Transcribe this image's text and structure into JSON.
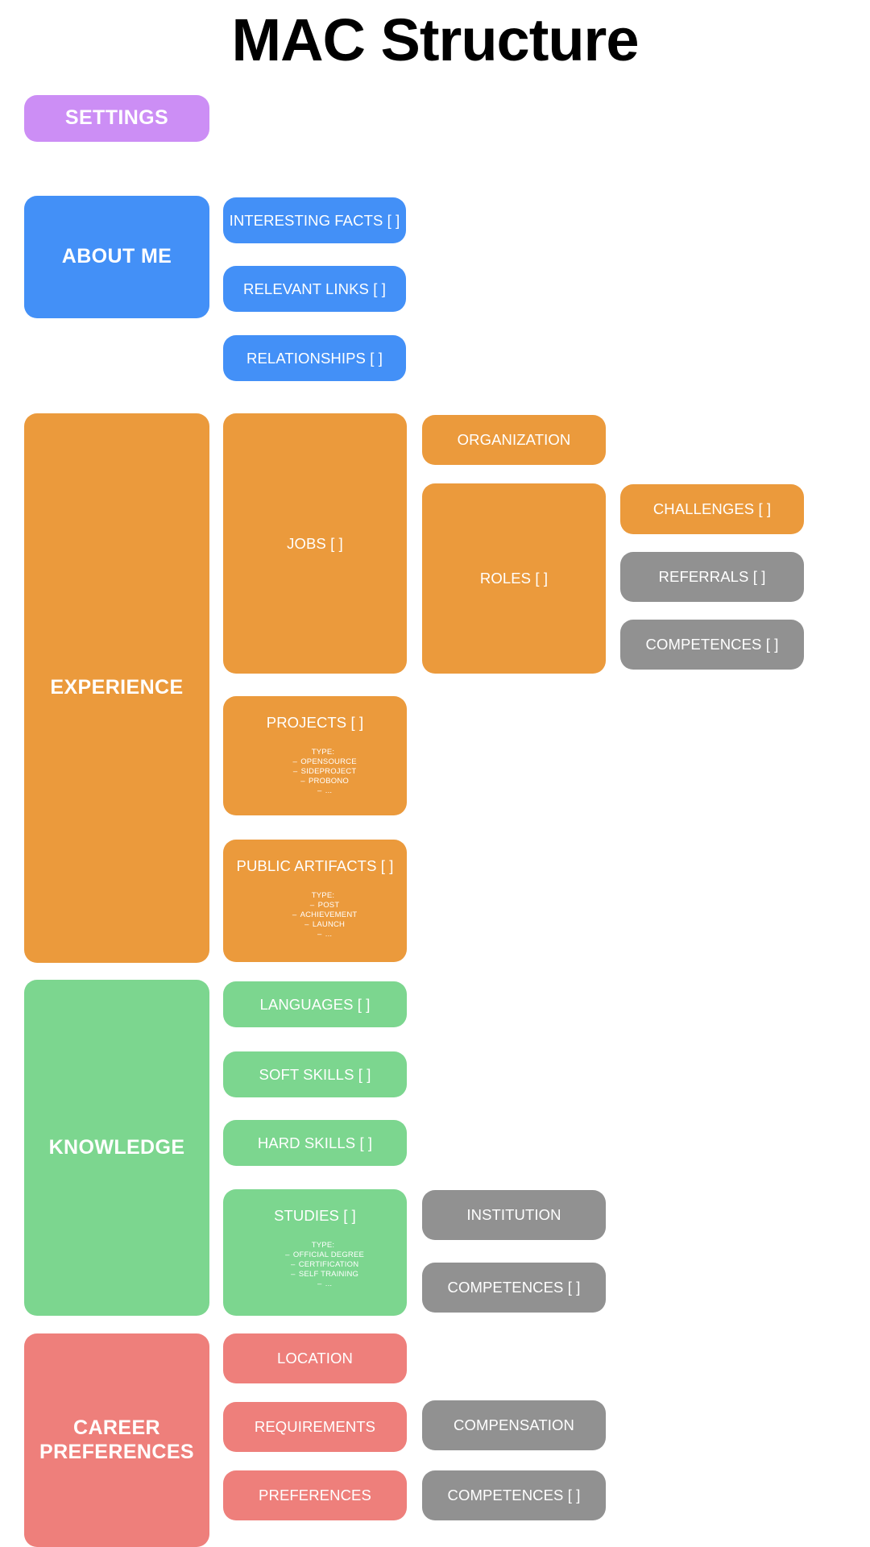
{
  "title": "MAC Structure",
  "colors": {
    "settings": "#cc8ef5",
    "about_me": "#4390f7",
    "experience": "#eb9a3c",
    "knowledge": "#7cd68f",
    "career_preferences": "#ee7f7b",
    "gray": "#919191",
    "background": "#ffffff",
    "text_on_block": "#ffffff",
    "title_text": "#000000"
  },
  "settings": {
    "label": "SETTINGS"
  },
  "about_me": {
    "label": "ABOUT ME",
    "children": [
      {
        "label": "INTERESTING FACTS [ ]"
      },
      {
        "label": "RELEVANT LINKS [ ]"
      },
      {
        "label": "RELATIONSHIPS [ ]"
      }
    ]
  },
  "experience": {
    "label": "EXPERIENCE",
    "jobs": {
      "label": "JOBS [ ]"
    },
    "organization": {
      "label": "ORGANIZATION"
    },
    "roles": {
      "label": "ROLES [ ]"
    },
    "challenges": {
      "label": "CHALLENGES [ ]"
    },
    "referrals": {
      "label": "REFERRALS [ ]"
    },
    "competences": {
      "label": "COMPETENCES [ ]"
    },
    "projects": {
      "label": "PROJECTS [ ]",
      "type_label": "TYPE:",
      "types": [
        "OPENSOURCE",
        "SIDEPROJECT",
        "PROBONO",
        "..."
      ]
    },
    "public_artifacts": {
      "label": "PUBLIC ARTIFACTS [ ]",
      "type_label": "TYPE:",
      "types": [
        "POST",
        "ACHIEVEMENT",
        "LAUNCH",
        "..."
      ]
    }
  },
  "knowledge": {
    "label": "KNOWLEDGE",
    "languages": {
      "label": "LANGUAGES [ ]"
    },
    "soft_skills": {
      "label": "SOFT SKILLS [ ]"
    },
    "hard_skills": {
      "label": "HARD SKILLS [ ]"
    },
    "studies": {
      "label": "STUDIES [ ]",
      "type_label": "TYPE:",
      "types": [
        "OFFICIAL DEGREE",
        "CERTIFICATION",
        "SELF TRAINING",
        "..."
      ]
    },
    "institution": {
      "label": "INSTITUTION"
    },
    "competences": {
      "label": "COMPETENCES [ ]"
    }
  },
  "career_preferences": {
    "label": "CAREER\nPREFERENCES",
    "label_line1": "CAREER",
    "label_line2": "PREFERENCES",
    "location": {
      "label": "LOCATION"
    },
    "requirements": {
      "label": "REQUIREMENTS"
    },
    "preferences": {
      "label": "PREFERENCES"
    },
    "compensation": {
      "label": "COMPENSATION"
    },
    "competences": {
      "label": "COMPETENCES [ ]"
    }
  }
}
